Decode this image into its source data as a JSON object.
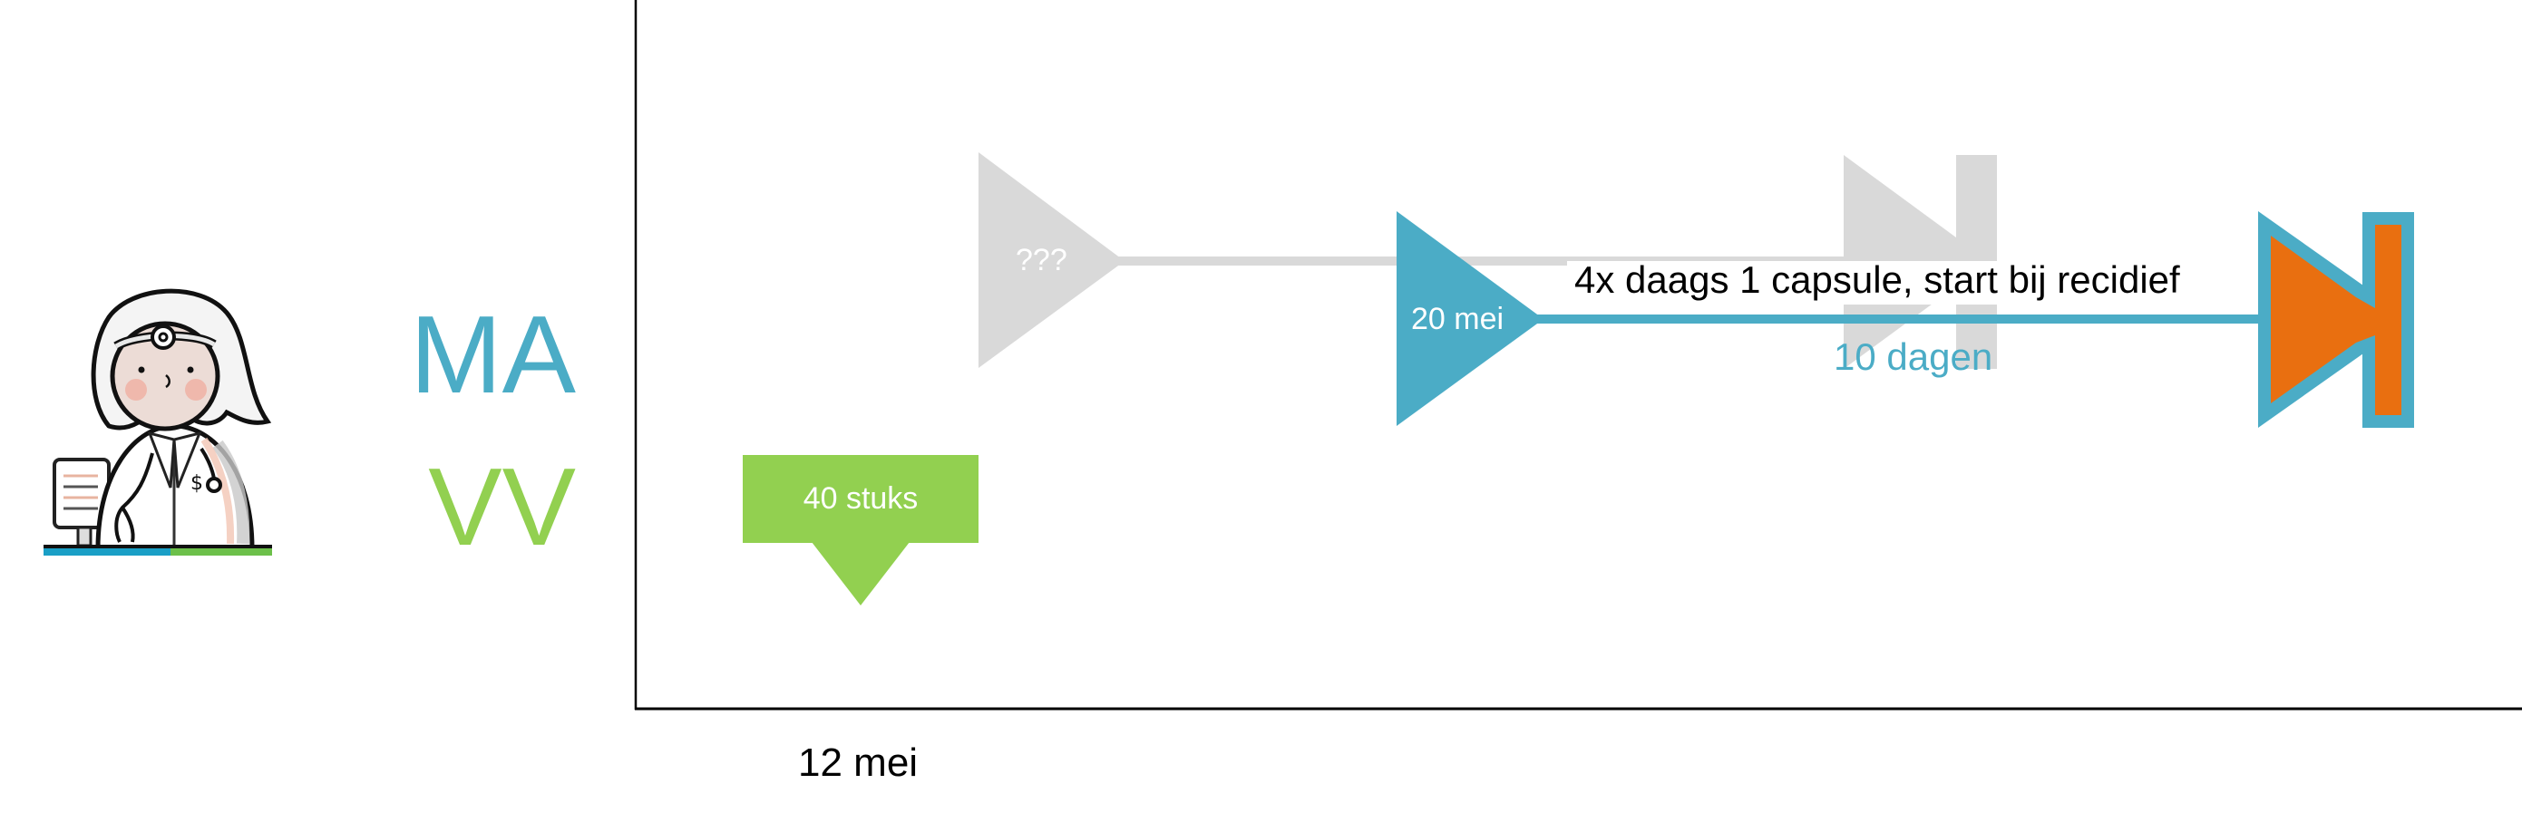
{
  "colors": {
    "ma_blue": "#4BACC6",
    "vv_green": "#92D050",
    "planned_gray": "#D9D9D9",
    "end_orange": "#E96F10",
    "axis": "#000000"
  },
  "actors": {
    "illustration": "doctor-illustration",
    "ma_label": "MA",
    "vv_label": "VV"
  },
  "timeline": {
    "planned": {
      "start_label": "???",
      "status": "unknown / planned"
    },
    "actual": {
      "start_label": "20 mei",
      "dosage_text": "4x daags 1 capsule, start bij recidief",
      "duration_label": "10 dagen"
    },
    "dispense": {
      "quantity_label": "40 stuks",
      "date_label": "12 mei"
    }
  }
}
